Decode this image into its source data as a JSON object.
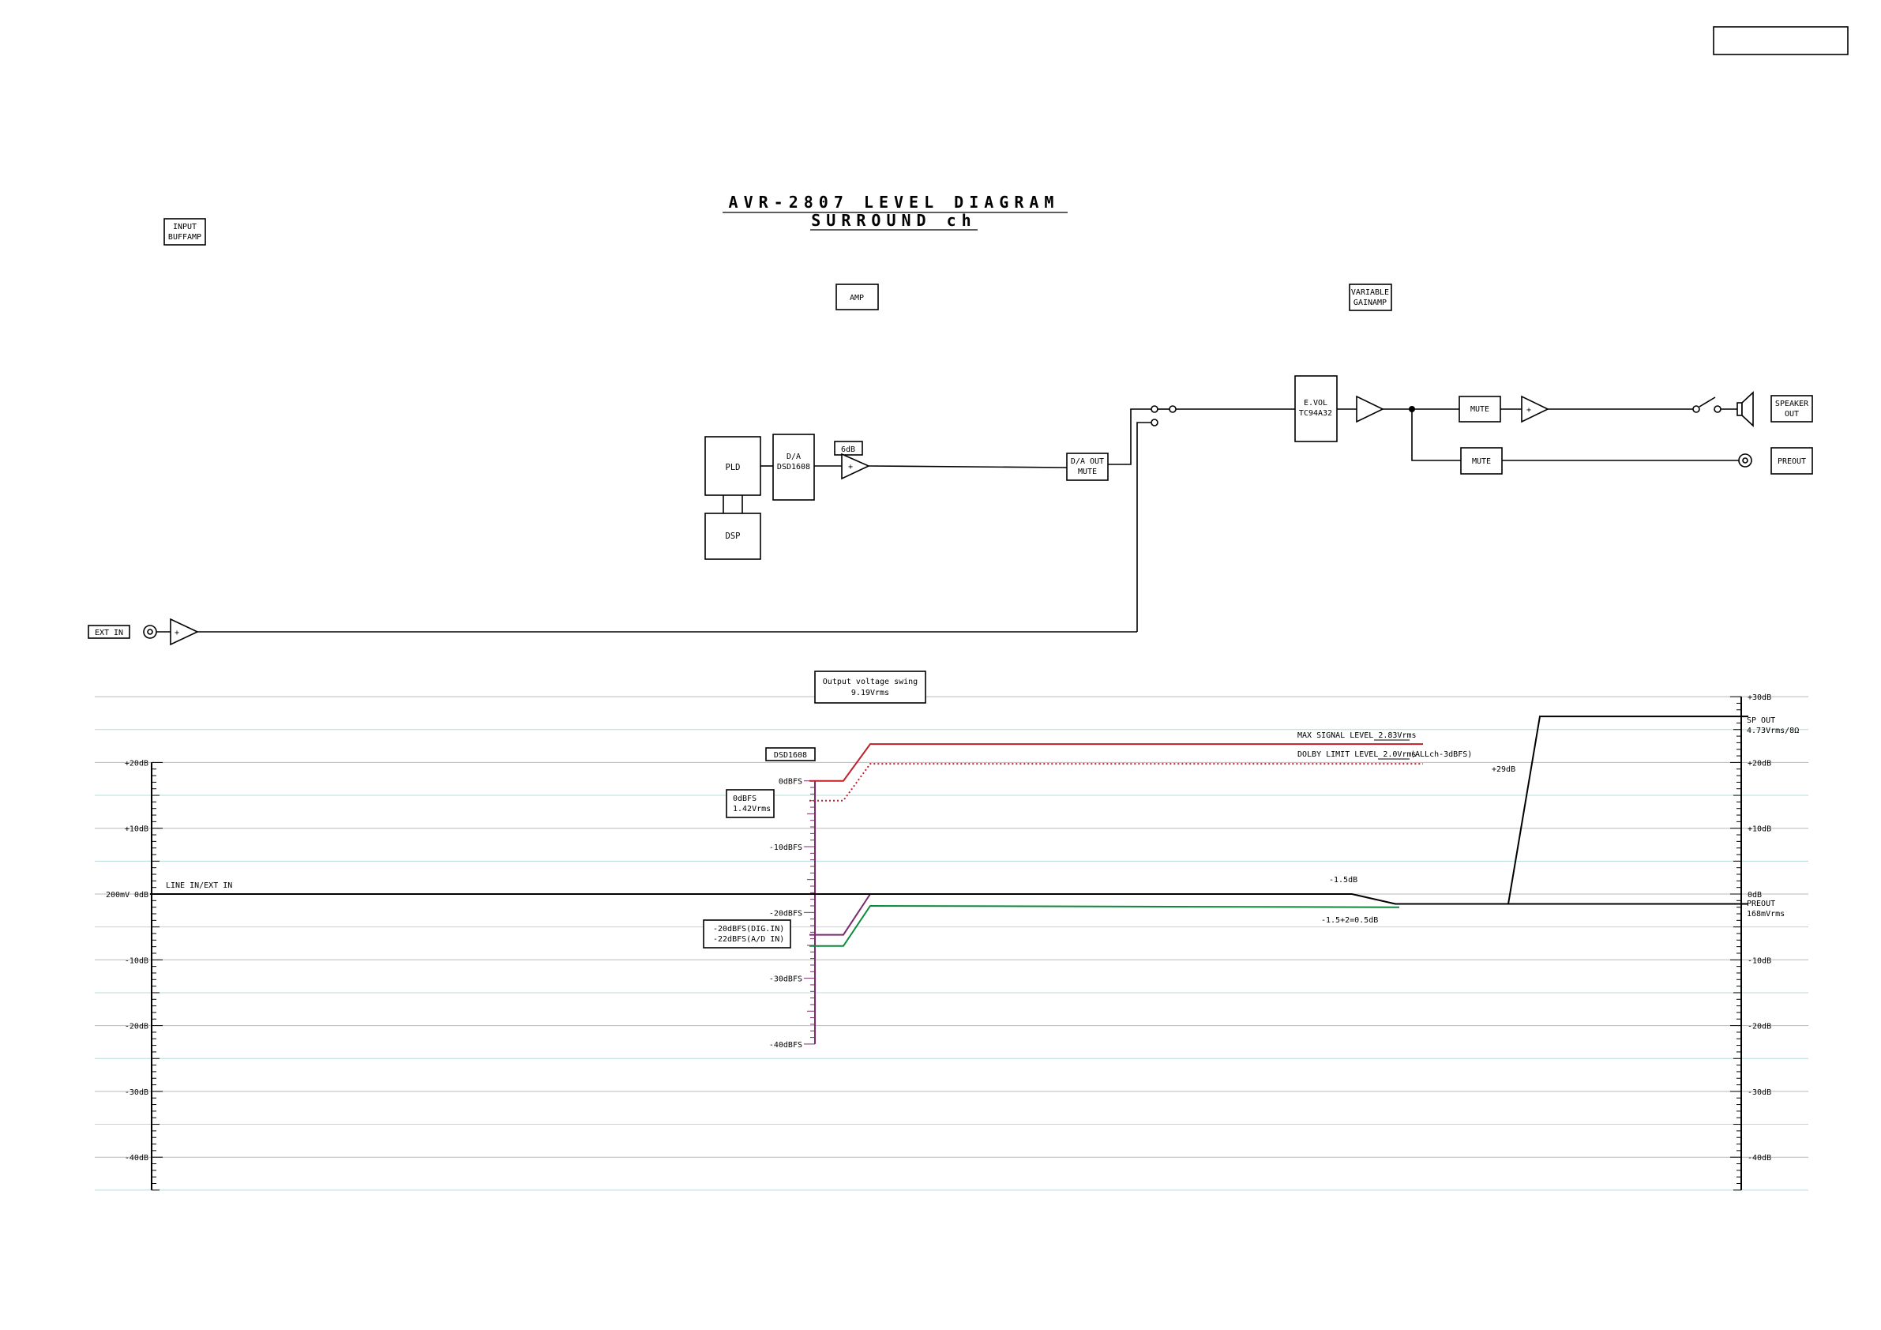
{
  "title": {
    "line1": "AVR-2807 LEVEL DIAGRAM",
    "line2": "SURROUND ch"
  },
  "blocks": {
    "input_buffamp": [
      "INPUT",
      "BUFFAMP"
    ],
    "amp": "AMP",
    "variable_gainamp": [
      "VARIABLE",
      "GAINAMP"
    ],
    "pld": "PLD",
    "dsp": "DSP",
    "da": [
      "D/A",
      "DSD1608"
    ],
    "gain_6db": "6dB",
    "da_out_mute": [
      "D/A OUT",
      "MUTE"
    ],
    "evol": [
      "E.VOL",
      "TC94A32"
    ],
    "mute_sp": "MUTE",
    "mute_pre": "MUTE",
    "speaker_out": [
      "SPEAKER",
      "OUT"
    ],
    "preout": "PREOUT",
    "ext_in": "EXT IN",
    "output_swing": [
      "Output voltage swing",
      "9.19Vrms"
    ],
    "dsd1608": "DSD1608",
    "odbfs_note": [
      "0dBFS",
      "1.42Vrms"
    ],
    "digin_note": [
      "-20dBFS(DIG.IN)",
      "-22dBFS(A/D IN)"
    ]
  },
  "chart_data": {
    "type": "line",
    "left_axis": {
      "range": [
        -45,
        30
      ],
      "ticks": [
        20,
        10,
        0,
        -10,
        -20,
        -30,
        -40
      ],
      "tick_labels": [
        "+20dB",
        "+10dB",
        "0dB",
        "-10dB",
        "-20dB",
        "-30dB",
        "-40dB"
      ],
      "zero_prefix": "200mV"
    },
    "dbfs_scale": {
      "ticks": [
        0,
        -10,
        -20,
        -30,
        -40
      ],
      "tick_labels": [
        "0dBFS",
        "-10dBFS",
        "-20dBFS",
        "-30dBFS",
        "-40dBFS"
      ]
    },
    "right_axis": {
      "tick_labels": [
        "+30dB",
        "+20dB",
        "+10dB",
        "0dB",
        "-10dB",
        "-20dB",
        "-30dB",
        "-40dB"
      ],
      "sp_out": [
        "SP OUT",
        "4.73Vrms/8Ω"
      ],
      "preout": [
        "PREOUT",
        "168mVrms"
      ]
    },
    "annotations": {
      "line_in": "LINE IN/EXT IN",
      "max_signal": "MAX SIGNAL LEVEL 2.83Vrms",
      "dolby_limit": "DOLBY LIMIT LEVEL 2.0Vrms",
      "dolby_note": "(ALLch-3dBFS)",
      "minus_1_5": "-1.5dB",
      "minus_calc": "-1.5+2=0.5dB",
      "plus_29": "+29dB"
    },
    "series": [
      {
        "color": "#c0202a",
        "style": "solid",
        "points": [
          [
            1025,
            17.2
          ],
          [
            1068,
            17.2
          ],
          [
            1102,
            22.8
          ],
          [
            1802,
            22.8
          ]
        ]
      },
      {
        "color": "#c0202a",
        "style": "dotted",
        "points": [
          [
            1025,
            14.2
          ],
          [
            1068,
            14.2
          ],
          [
            1102,
            19.8
          ],
          [
            1802,
            19.8
          ]
        ]
      },
      {
        "color": "#7a2a6e",
        "style": "solid",
        "points": [
          [
            1025,
            -6.2
          ],
          [
            1068,
            -6.2
          ],
          [
            1102,
            0
          ],
          [
            1712,
            0
          ]
        ]
      },
      {
        "color": "#0a8a3a",
        "style": "solid",
        "points": [
          [
            1025,
            -7.9
          ],
          [
            1068,
            -7.9
          ],
          [
            1102,
            -1.8
          ],
          [
            1772,
            -2.0
          ]
        ]
      },
      {
        "color": "#000000",
        "style": "solid",
        "points": [
          [
            190,
            0
          ],
          [
            1712,
            0
          ],
          [
            1767,
            -1.5
          ],
          [
            1910,
            -1.5
          ],
          [
            1950,
            27
          ],
          [
            2214,
            27
          ]
        ]
      },
      {
        "color": "#000000",
        "style": "solid",
        "points": [
          [
            1767,
            -1.5
          ],
          [
            2214,
            -1.5
          ]
        ]
      }
    ]
  }
}
